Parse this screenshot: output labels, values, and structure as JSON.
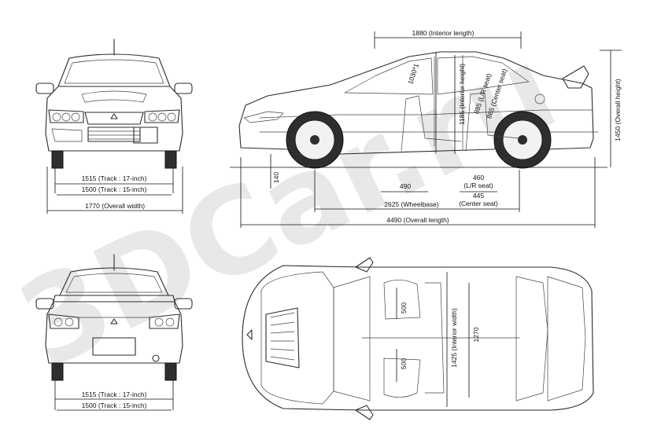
{
  "watermark": "3DCar.ru",
  "front_view": {
    "track_17": "1515 (Track : 17-inch)",
    "track_15": "1500 (Track : 15-inch)",
    "overall_width": "1770 (Overall width)"
  },
  "side_view": {
    "interior_length": "1880 (Interior length)",
    "headroom_front": "1030*1",
    "interior_height": "1185 (Interior height)",
    "seat_lr": "885 (L/R seat)",
    "seat_center": "865 (Center seat)",
    "overall_height": "1450 (Overall height)",
    "ground_clearance": "140",
    "front_overhang": "490",
    "rear_tread_lr": "460",
    "rear_tread_lr_sub": "(L/R seat)",
    "rear_tread_center": "445",
    "rear_tread_center_sub": "(Center seat)",
    "wheelbase": "2625 (Wheelbase)",
    "overall_length": "4490 (Overall length)"
  },
  "rear_view": {
    "track_17": "1515 (Track : 17-inch)",
    "track_15": "1500 (Track : 15-inch)"
  },
  "top_view": {
    "seat_front": "500",
    "seat_rear": "500",
    "interior_width": "1425 (Interior width)",
    "cabin_width": "1270"
  }
}
